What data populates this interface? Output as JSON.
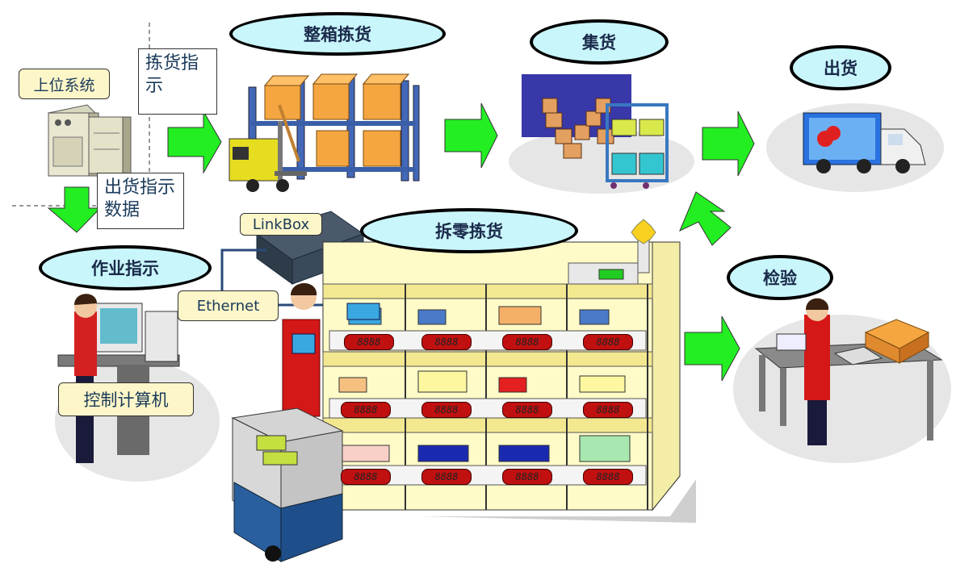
{
  "stages": {
    "case_picking": "整箱拣货",
    "consolidation": "集货",
    "shipping": "出货",
    "piece_picking": "拆零拣货",
    "work_instruction": "作业指示",
    "inspection": "检验"
  },
  "notes": {
    "host_system": "上位系统",
    "picking_instruction": "拣货指示",
    "shipping_data": "出货指示数据",
    "linkbox": "LinkBox",
    "ethernet": "Ethernet",
    "control_pc": "控制计算机"
  },
  "digit_display": "8888",
  "colors": {
    "arrow": "#22ee22",
    "ellipse_fill": "#c9f6fb",
    "shelf": "#fffbc8",
    "note_fill": "#fdf6c8",
    "box_orange": "#f5a640"
  }
}
